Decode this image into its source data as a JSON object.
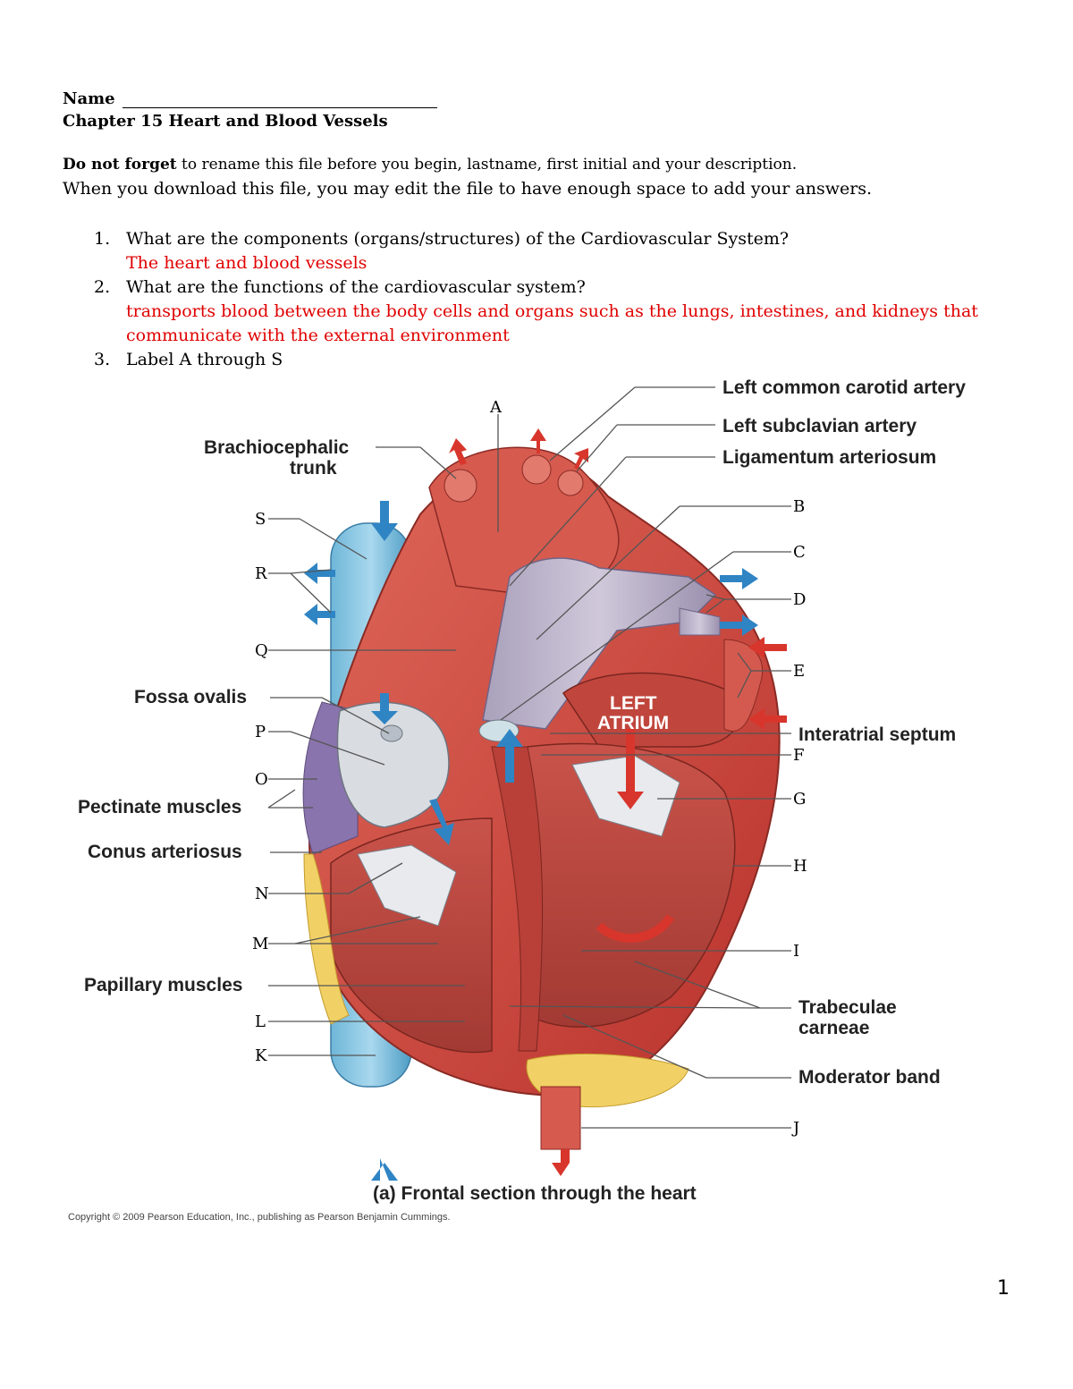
{
  "header": {
    "name_label": "Name",
    "chapter_title": "Chapter 15 Heart and Blood Vessels",
    "notice_bold": "Do not forget",
    "notice_rest": " to rename this file before you begin, lastname, first initial and your description.",
    "download_note": "When you download this file, you may edit the file to have enough space to add your answers."
  },
  "questions": [
    {
      "num": "1.",
      "text": "What are the components (organs/structures) of the Cardiovascular System?",
      "answer": "The heart and blood vessels"
    },
    {
      "num": "2.",
      "text": "What are the functions of the cardiovascular system?",
      "answer": "transports blood between the body cells and organs such as the lungs, intestines, and kidneys that communicate with the external environment"
    },
    {
      "num": "3.",
      "text": "Label A through S",
      "answer": ""
    }
  ],
  "answer_color": "#e00000",
  "figure": {
    "named_labels": {
      "left_common_carotid": "Left common carotid artery",
      "left_subclavian": "Left subclavian artery",
      "ligamentum": "Ligamentum arteriosum",
      "brachiocephalic_1": "Brachiocephalic",
      "brachiocephalic_2": "trunk",
      "fossa_ovalis": "Fossa ovalis",
      "pectinate": "Pectinate muscles",
      "conus": "Conus arteriosus",
      "papillary": "Papillary muscles",
      "left_atrium_1": "LEFT",
      "left_atrium_2": "ATRIUM",
      "interatrial": "Interatrial septum",
      "trabeculae_1": "Trabeculae",
      "trabeculae_2": "carneae",
      "moderator": "Moderator band"
    },
    "letters": {
      "A": "A",
      "B": "B",
      "C": "C",
      "D": "D",
      "E": "E",
      "F": "F",
      "G": "G",
      "H": "H",
      "I": "I",
      "J": "J",
      "K": "K",
      "L": "L",
      "M": "M",
      "N": "N",
      "O": "O",
      "P": "P",
      "Q": "Q",
      "R": "R",
      "S": "S"
    },
    "caption": "(a) Frontal section through the heart",
    "copyright": "Copyright © 2009 Pearson Education, Inc., publishing as Pearson Benjamin Cummings."
  },
  "page_number": "1"
}
